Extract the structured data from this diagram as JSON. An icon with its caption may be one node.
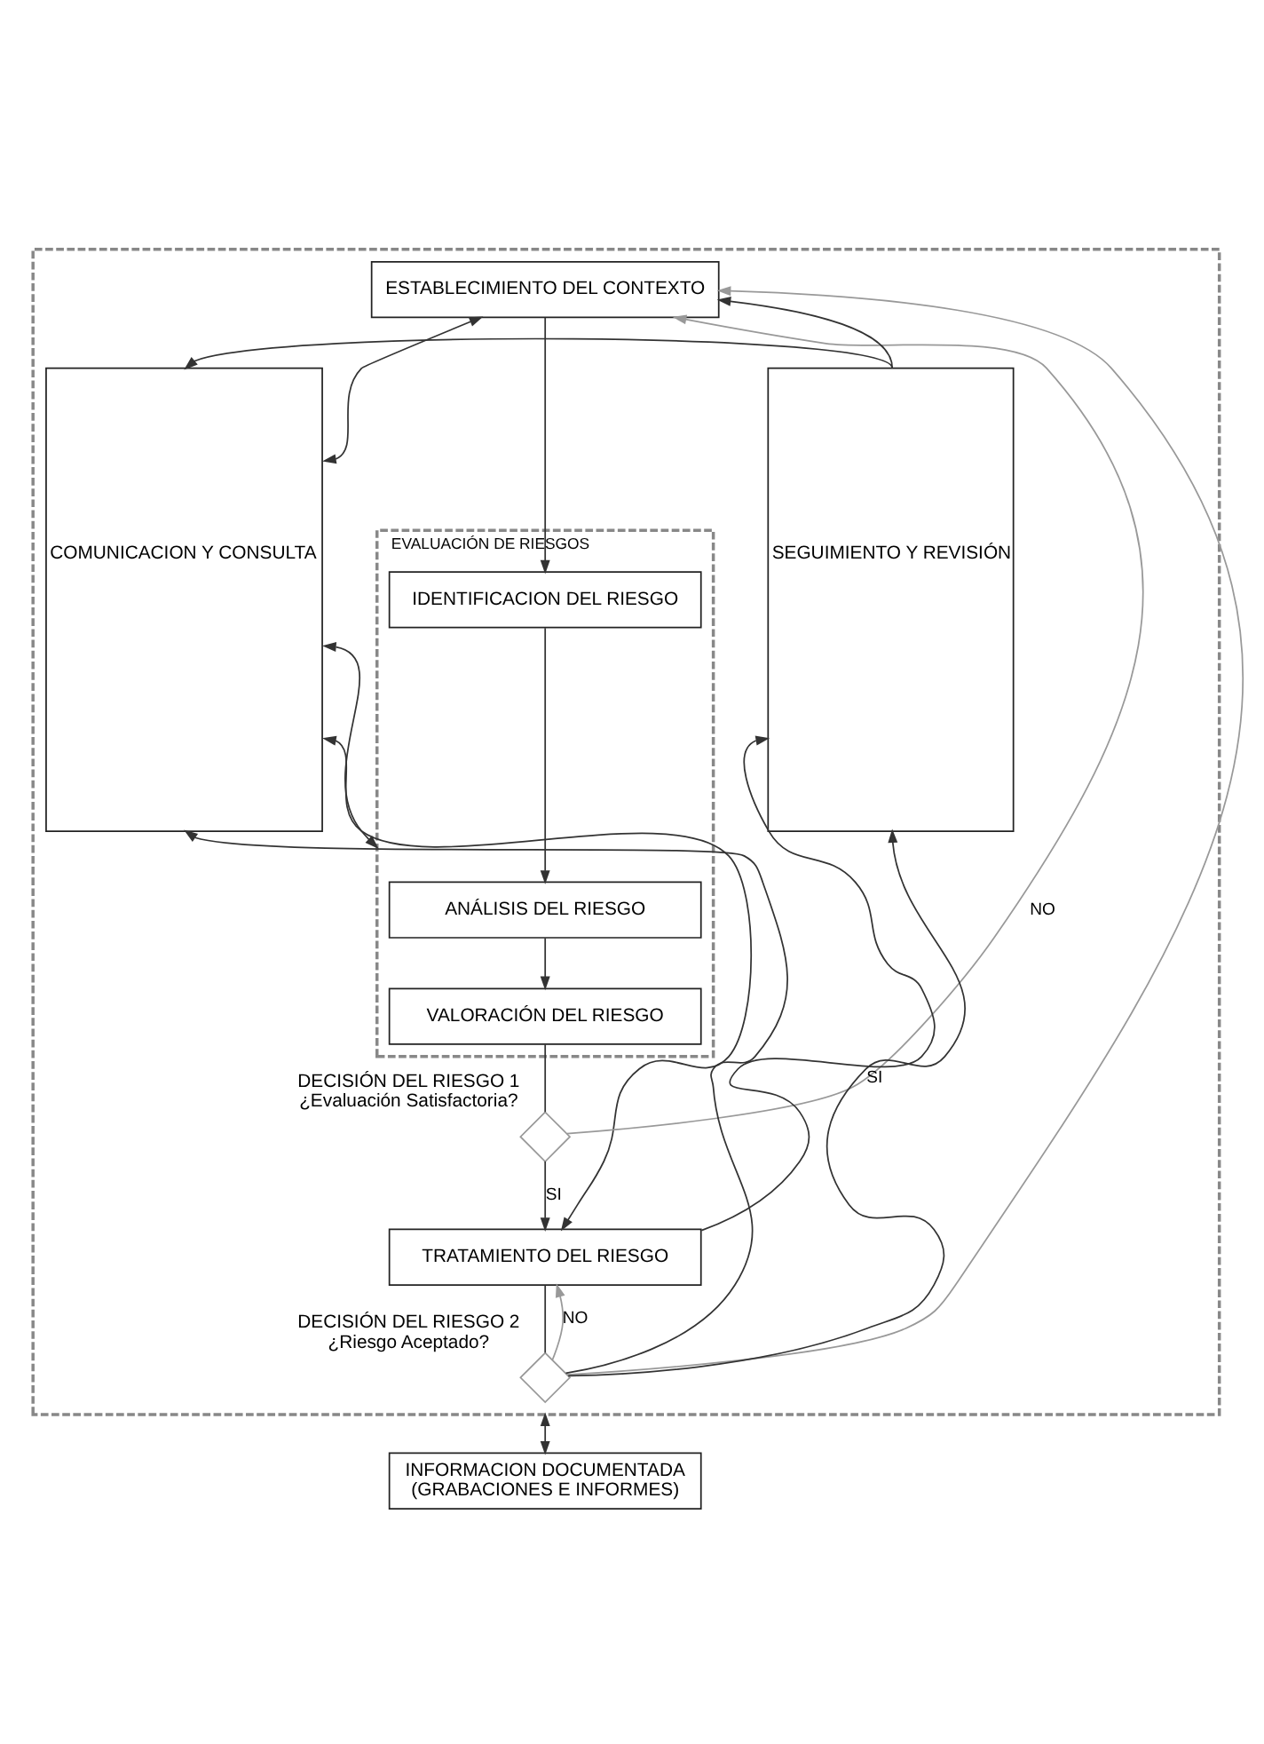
{
  "diagram": {
    "nodes": [
      {
        "text": [],
        "shape": "box"
      },
      {
        "text": [
          "COMUNICACION Y CONSULTA"
        ],
        "in": 0
      },
      {
        "text": [
          "ESTABLECIMIENTO DEL CONTEXTO"
        ],
        "in": 0
      },
      {
        "text": [
          "EVALUACIÓN DE RIESGOS"
        ],
        "in": 0
      },
      {
        "text": [
          "IDENTIFICACION DEL RIESGO"
        ],
        "in": 3
      },
      {
        "text": [
          "ANÁLISIS DEL RIESGO"
        ],
        "in": 3
      },
      {
        "text": [
          "VALORACIÓN DEL RIESGO"
        ],
        "in": 3
      },
      {
        "text": [],
        "shape": "diamond",
        "in": 0,
        "beside": [
          "DECISIÓN DEL RIESGO 1",
          "¿Evaluación Satisfactoria?"
        ]
      },
      {
        "text": [
          "TRATAMIENTO DEL RIESGO"
        ],
        "in": 0
      },
      {
        "text": [],
        "shape": "diamond",
        "in": 0,
        "beside": [
          "DECISIÓN DEL RIESGO 2",
          "¿Riesgo Aceptado?"
        ]
      },
      {
        "text": [
          "SEGUIMIENTO Y REVISIÓN"
        ],
        "in": 0
      },
      {
        "text": [
          "INFORMACION DOCUMENTADA",
          "(GRABACIONES E INFORMES)"
        ]
      }
    ],
    "edges": [
      {
        "from": 10,
        "to": 1,
        "arrow": "to"
      },
      {
        "from": 10,
        "to": 2,
        "arrow": "to"
      },
      {
        "from": 1,
        "to": 2,
        "arrow": "both"
      },
      {
        "from": 2,
        "to": 4,
        "arrow": "to"
      },
      {
        "from": 4,
        "to": 5,
        "arrow": "to"
      },
      {
        "from": 5,
        "to": 6,
        "arrow": "to"
      },
      {
        "from": 1,
        "to": 3,
        "arrow": "both"
      },
      {
        "from": 6,
        "to": 7,
        "arrow": "none"
      },
      {
        "from": 7,
        "to": 2,
        "arrow": "to",
        "label": "NO",
        "color": "#999999"
      },
      {
        "from": 7,
        "to": 8,
        "arrow": "to",
        "label": "SI"
      },
      {
        "from": 1,
        "to": 8,
        "arrow": "both"
      },
      {
        "from": 8,
        "to": 10,
        "arrow": "to"
      },
      {
        "from": 8,
        "to": 9,
        "arrow": "none"
      },
      {
        "from": 9,
        "to": 8,
        "arrow": "to",
        "label": "NO",
        "color": "#999999"
      },
      {
        "from": 9,
        "to": 2,
        "arrow": "to",
        "color": "#999999"
      },
      {
        "from": 9,
        "to": 1,
        "arrow": "to"
      },
      {
        "from": 9,
        "to": 10,
        "arrow": "to",
        "label": "SI"
      },
      {
        "from": 0,
        "to": 11,
        "arrow": "both"
      }
    ]
  }
}
